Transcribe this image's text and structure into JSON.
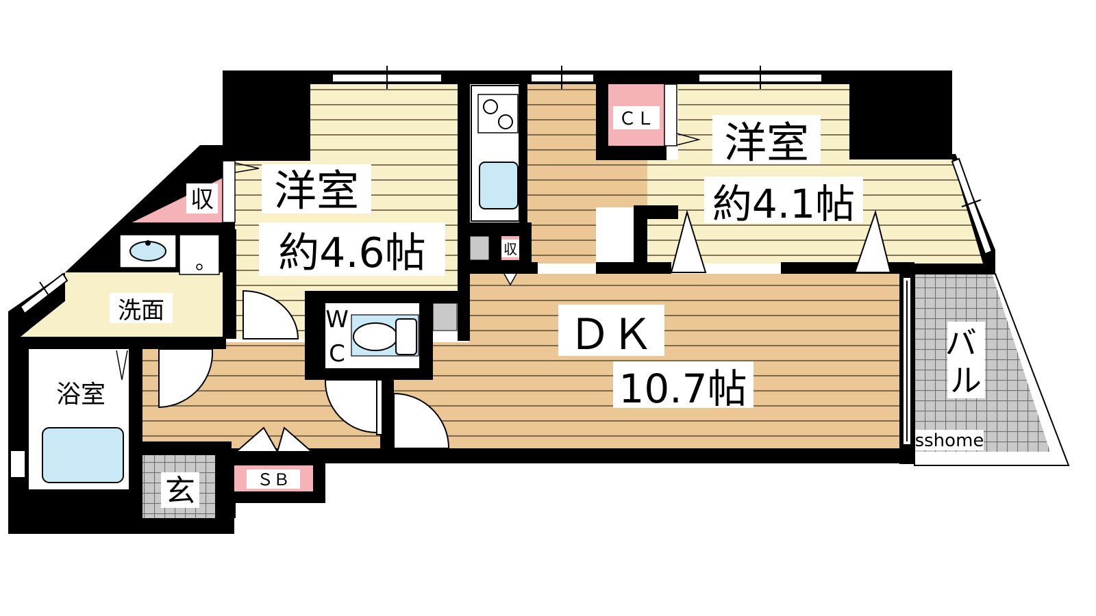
{
  "colors": {
    "wall": "#000000",
    "room_yellow": "#f7f0c8",
    "room_tan": "#ecc796",
    "floor_line": "#5a4a30",
    "storage_pink": "#f5b3b8",
    "tile_grey": "#c9c9c9",
    "fixture_blue": "#c9e9f6",
    "background": "#ffffff"
  },
  "rooms": {
    "western_left": {
      "name": "洋室",
      "size": "約4.6帖"
    },
    "western_right": {
      "name": "洋室",
      "size": "約4.1帖"
    },
    "dk": {
      "name": "ＤＫ",
      "size": "10.7帖"
    },
    "washroom": {
      "name": "洗面"
    },
    "bathroom": {
      "name": "浴室"
    },
    "entrance": {
      "name": "玄"
    },
    "balcony": {
      "name": "バル"
    },
    "toilet": {
      "line1": "W",
      "line2": "C"
    }
  },
  "storage": {
    "closet_left": "収",
    "closet_right": "ＣＬ",
    "kitchen_storage": "収",
    "shoe_box": "ＳＢ"
  },
  "watermark": "sshome"
}
